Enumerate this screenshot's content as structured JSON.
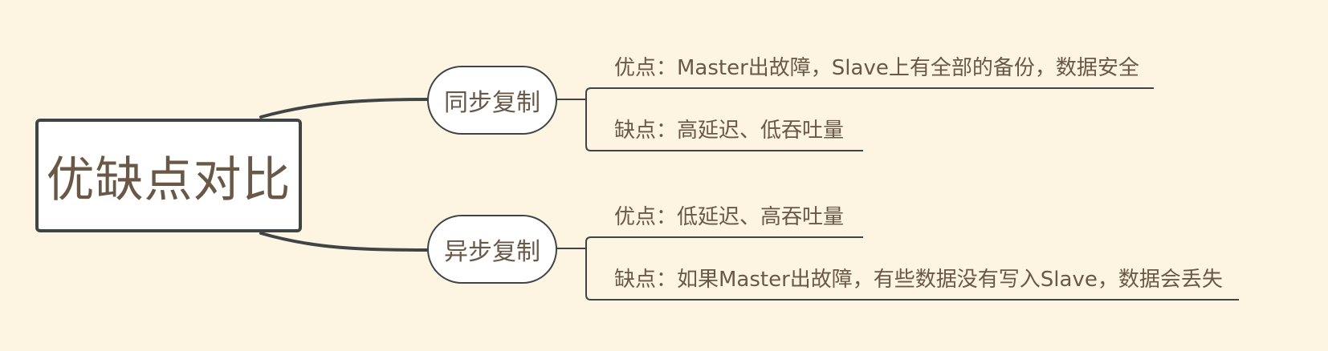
{
  "mindmap": {
    "root": "优缺点对比",
    "branches": [
      {
        "label": "同步复制",
        "items": [
          "优点：Master出故障，Slave上有全部的备份，数据安全",
          "缺点：高延迟、低吞吐量"
        ]
      },
      {
        "label": "异步复制",
        "items": [
          "优点：低延迟、高吞吐量",
          "缺点：如果Master出故障，有些数据没有写入Slave，数据会丢失"
        ]
      }
    ]
  },
  "colors": {
    "background": "#fdf5e1",
    "line": "#3f4447",
    "text": "#6a5846",
    "node_fill": "#ffffff"
  }
}
